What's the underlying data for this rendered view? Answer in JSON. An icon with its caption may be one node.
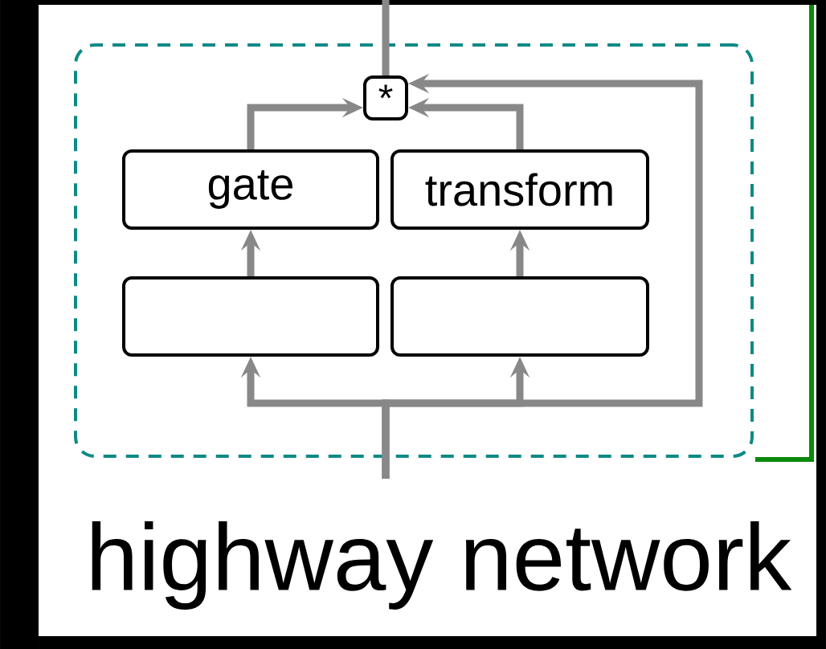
{
  "diagram": {
    "caption": "highway network",
    "nodes": [
      {
        "text": [],
        "shape": "box"
      },
      {
        "text": [
          "*"
        ],
        "in": 0
      },
      {
        "text": [
          "gate"
        ],
        "in": 0
      },
      {
        "text": [
          "transform"
        ],
        "in": 0
      },
      {
        "text": [],
        "shape": "box",
        "in": 0
      },
      {
        "text": [],
        "shape": "box",
        "in": 0
      }
    ],
    "edges": [
      {
        "from": 2,
        "to": 1,
        "arrow": "to"
      },
      {
        "from": 3,
        "to": 1,
        "arrow": "to"
      },
      {
        "from": 4,
        "to": 2,
        "arrow": "to"
      },
      {
        "from": 5,
        "to": 3,
        "arrow": "to"
      },
      {
        "from": null,
        "to": 4,
        "arrow": "to"
      },
      {
        "from": null,
        "to": 5,
        "arrow": "to"
      },
      {
        "from": null,
        "to": 1,
        "arrow": "to"
      },
      {
        "from": 1,
        "to": null,
        "arrow": "none"
      }
    ]
  }
}
